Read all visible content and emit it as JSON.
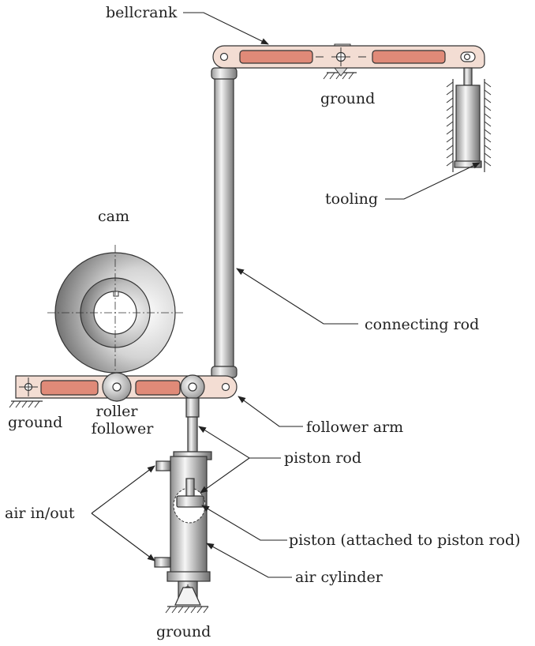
{
  "labels": {
    "bellcrank": "bellcrank",
    "ground_top": "ground",
    "tooling": "tooling",
    "cam": "cam",
    "connecting_rod": "connecting rod",
    "ground_left": "ground",
    "roller_line1": "roller",
    "roller_line2": "follower",
    "follower_arm": "follower arm",
    "piston_rod": "piston rod",
    "air_in_out": "air in/out",
    "piston": "piston (attached to piston rod)",
    "air_cylinder": "air cylinder",
    "ground_bottom": "ground"
  },
  "colors": {
    "arm_fill": "#f3ddd3",
    "slot_fill": "#e08a78",
    "metal_light": "#f2f2f2",
    "metal_dark": "#8a8a8a",
    "line": "#222222"
  }
}
